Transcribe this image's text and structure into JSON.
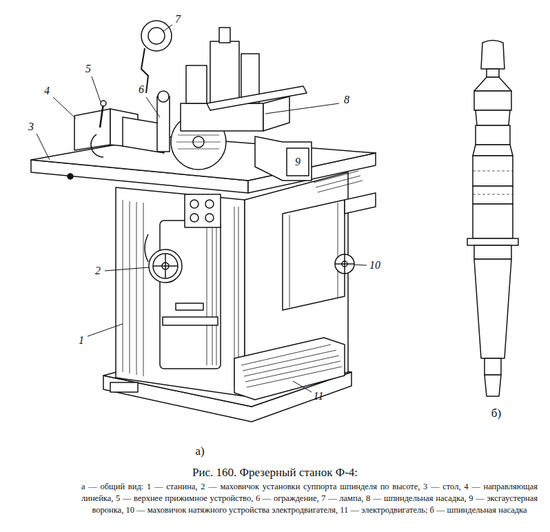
{
  "diagram": {
    "caption": "Рис. 160. Фрезерный станок Ф-4:",
    "labels": [
      "7",
      "5",
      "4",
      "6",
      "8",
      "9",
      "3",
      "2",
      "10",
      "1",
      "11",
      "а)",
      "б)",
      "а — общий вид: 1 — станина, 2 — маховичок установки суппорта шпинделя по высоте, 3 — стол, 4 — направляющая линейка, 5 — верхнее прижимное устройство, 6 — ограждение, 7 — лампа, 8 — шпиндельная насадка, 9 — эксгаустерная воронка, 10 — маховичок натяжного устройства электродвигателя, 11 — электродвигатель; б — шпиндельная насадка"
    ]
  }
}
